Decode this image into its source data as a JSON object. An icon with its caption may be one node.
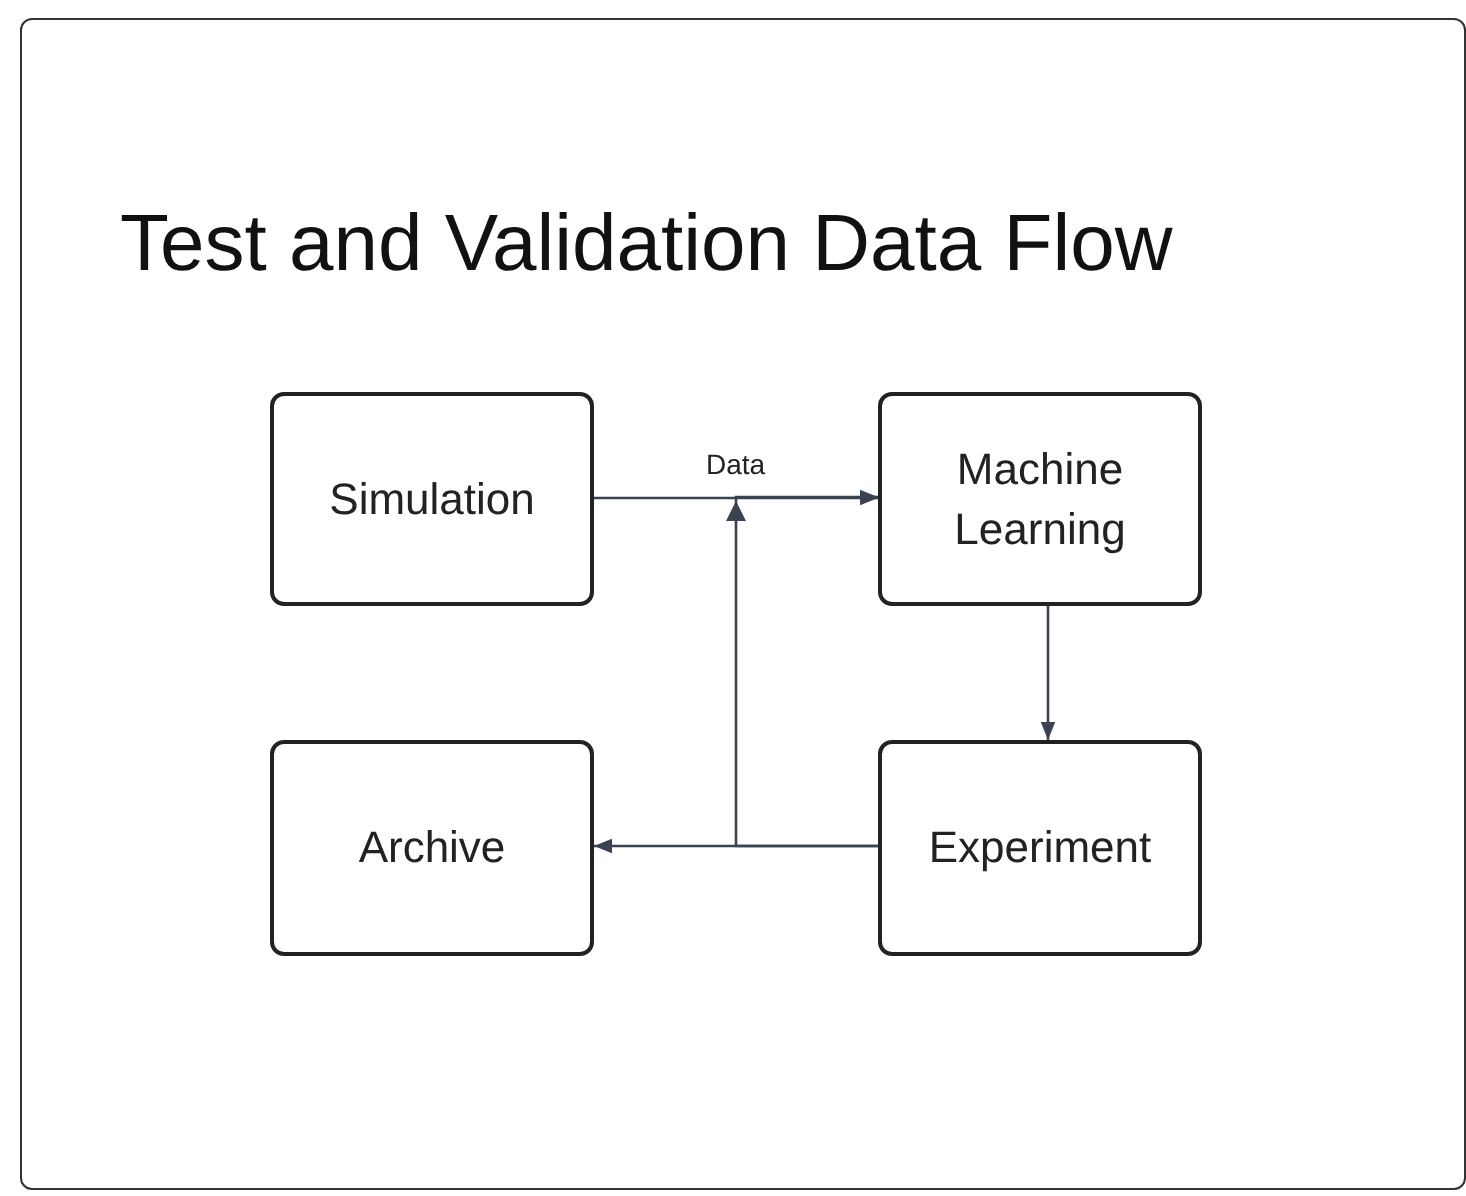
{
  "diagram": {
    "title": "Test and Validation Data Flow",
    "nodes": [
      {
        "text": [
          "Simulation"
        ]
      },
      {
        "text": [
          "Machine Learning"
        ]
      },
      {
        "text": [
          "Archive"
        ]
      },
      {
        "text": [
          "Experiment"
        ]
      }
    ],
    "edges": [
      {
        "from": 0,
        "to": 1,
        "arrow": "to",
        "label": "Data"
      },
      {
        "from": 1,
        "to": 3,
        "arrow": "to"
      },
      {
        "from": 3,
        "to": 2,
        "arrow": "to"
      },
      {
        "from": 3,
        "to": 1,
        "arrow": "to"
      }
    ]
  }
}
